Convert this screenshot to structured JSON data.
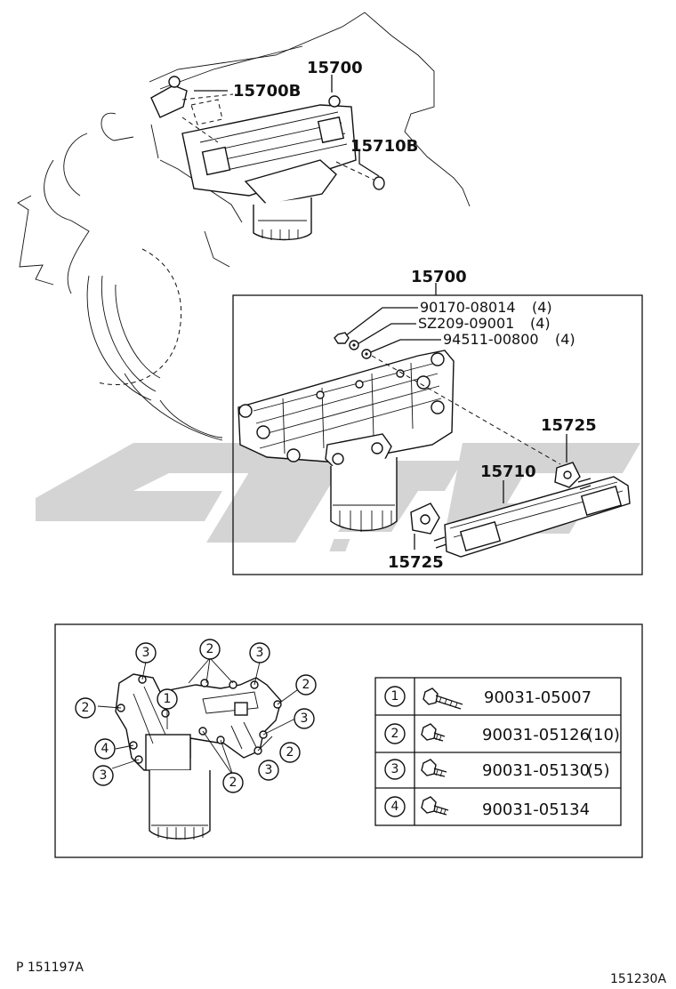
{
  "diagram": {
    "overview_labels": {
      "assembly": "15700",
      "cooler_sub": "15700B",
      "element_sub": "15710B"
    },
    "detail": {
      "assembly": "15700",
      "parts": [
        {
          "part_no": "90170-08014",
          "qty": "(4)"
        },
        {
          "part_no": "SZ209-09001",
          "qty": "(4)"
        },
        {
          "part_no": "94511-00800",
          "qty": "(4)"
        }
      ],
      "element": "15710",
      "gasket_upper": "15725",
      "gasket_lower": "15725"
    },
    "bolt_layout": {
      "callouts": [
        "1",
        "2",
        "3",
        "4"
      ],
      "legend": [
        {
          "key": "1",
          "part_no": "90031-05007",
          "qty": ""
        },
        {
          "key": "2",
          "part_no": "90031-05126",
          "qty": "(10)"
        },
        {
          "key": "3",
          "part_no": "90031-05130",
          "qty": "(5)"
        },
        {
          "key": "4",
          "part_no": "90031-05134",
          "qty": ""
        }
      ]
    },
    "footer": {
      "left_code": "P 151197A",
      "right_code": "151230A"
    }
  }
}
